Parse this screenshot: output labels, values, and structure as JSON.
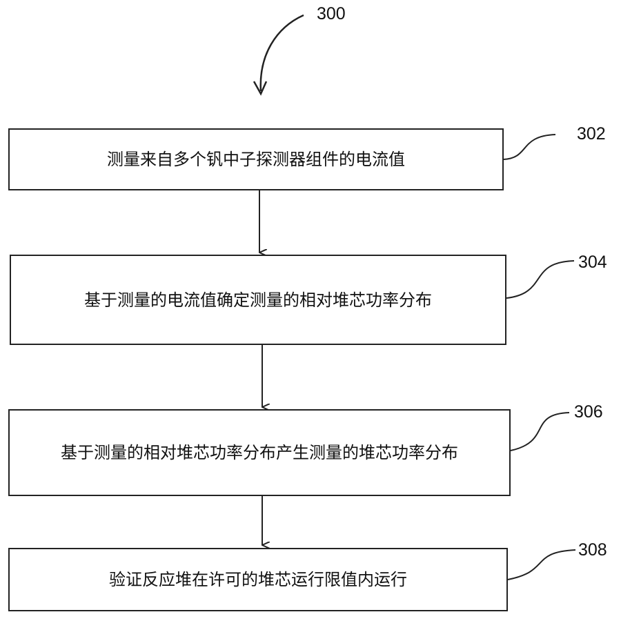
{
  "figure": {
    "label": "300"
  },
  "steps": [
    {
      "ref": "302",
      "text": "测量来自多个钒中子探测器组件的电流值"
    },
    {
      "ref": "304",
      "text": "基于测量的电流值确定测量的相对堆芯功率分布"
    },
    {
      "ref": "306",
      "text": "基于测量的相对堆芯功率分布产生测量的堆芯功率分布"
    },
    {
      "ref": "308",
      "text": "验证反应堆在许可的堆芯运行限值内运行"
    }
  ]
}
